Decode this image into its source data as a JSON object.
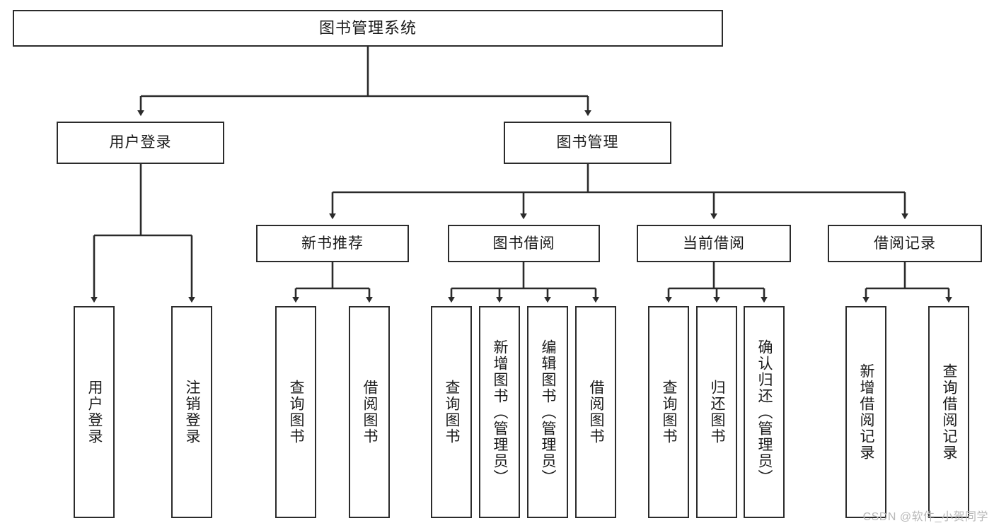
{
  "diagram": {
    "title": "图书管理系统",
    "root": {
      "label": "图书管理系统"
    },
    "level1": [
      {
        "label": "用户登录"
      },
      {
        "label": "图书管理"
      }
    ],
    "level2": [
      {
        "label": "新书推荐"
      },
      {
        "label": "图书借阅"
      },
      {
        "label": "当前借阅"
      },
      {
        "label": "借阅记录"
      }
    ],
    "leaves": {
      "user_login": [
        {
          "label": "用户登录"
        },
        {
          "label": "注销登录"
        }
      ],
      "new_book": [
        {
          "label": "查询图书"
        },
        {
          "label": "借阅图书"
        }
      ],
      "book_borrow": [
        {
          "label": "查询图书"
        },
        {
          "label": "新增图书（管理员）"
        },
        {
          "label": "编辑图书（管理员）"
        },
        {
          "label": "借阅图书"
        }
      ],
      "current_borrow": [
        {
          "label": "查询图书"
        },
        {
          "label": "归还图书"
        },
        {
          "label": "确认归还（管理员）"
        }
      ],
      "borrow_record": [
        {
          "label": "新增借阅记录"
        },
        {
          "label": "查询借阅记录"
        }
      ]
    }
  },
  "watermark": {
    "text": "CSDN @软件_小贺同学"
  },
  "colors": {
    "stroke": "#2b2b2b",
    "background": "#ffffff",
    "text": "#1a1a1a",
    "watermark": "#b8b8b8"
  }
}
